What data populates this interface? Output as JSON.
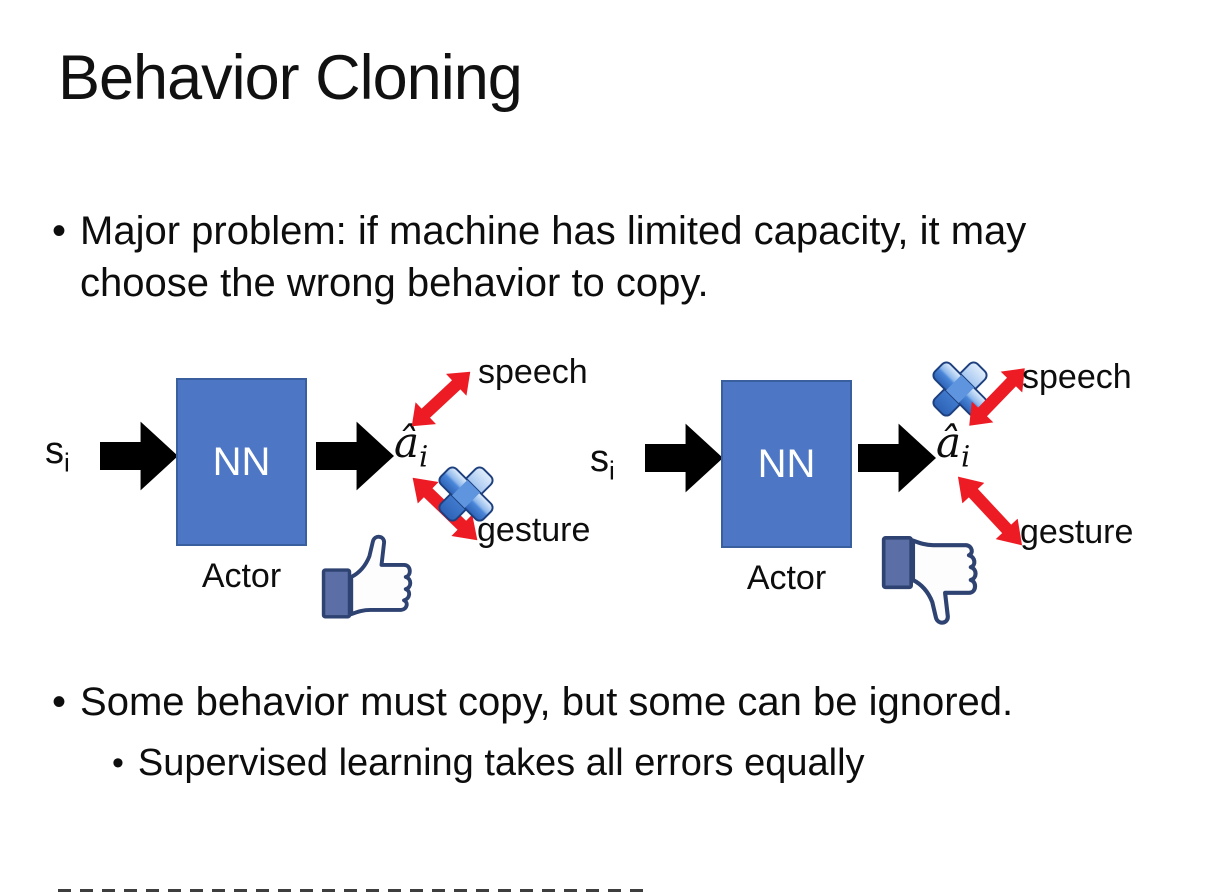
{
  "slide": {
    "title": "Behavior Cloning",
    "bullet_glyph": "•",
    "bullet_major_problem": "Major problem: if machine has limited capacity, it may choose the wrong behavior to copy.",
    "bullet_some_behavior": "Some behavior must copy, but some can be ignored.",
    "bullet_supervised": "Supervised learning takes all errors equally"
  },
  "diagram_left": {
    "input_symbol": "s",
    "input_subscript": "i",
    "nn_label": "NN",
    "actor_label": "Actor",
    "output_symbol": "â",
    "output_subscript": "i",
    "speech_label": "speech",
    "gesture_label": "gesture",
    "crossed_out": "gesture",
    "feedback_icon": "thumbs-up-icon"
  },
  "diagram_right": {
    "input_symbol": "s",
    "input_subscript": "i",
    "nn_label": "NN",
    "actor_label": "Actor",
    "output_symbol": "â",
    "output_subscript": "i",
    "speech_label": "speech",
    "gesture_label": "gesture",
    "crossed_out": "speech",
    "feedback_icon": "thumbs-down-icon"
  },
  "colors": {
    "nn_fill": "#4d76c4",
    "nn_border": "#3a5f9e",
    "block_arrow_black": "#000000",
    "relation_arrow_red": "#ed1c24",
    "cross_blue": "#4a86d8",
    "thumb_outline_navy": "#2e4372",
    "thumb_cuff_blue": "#5c6ea6",
    "text": "#0d0d0d",
    "background": "#ffffff"
  }
}
